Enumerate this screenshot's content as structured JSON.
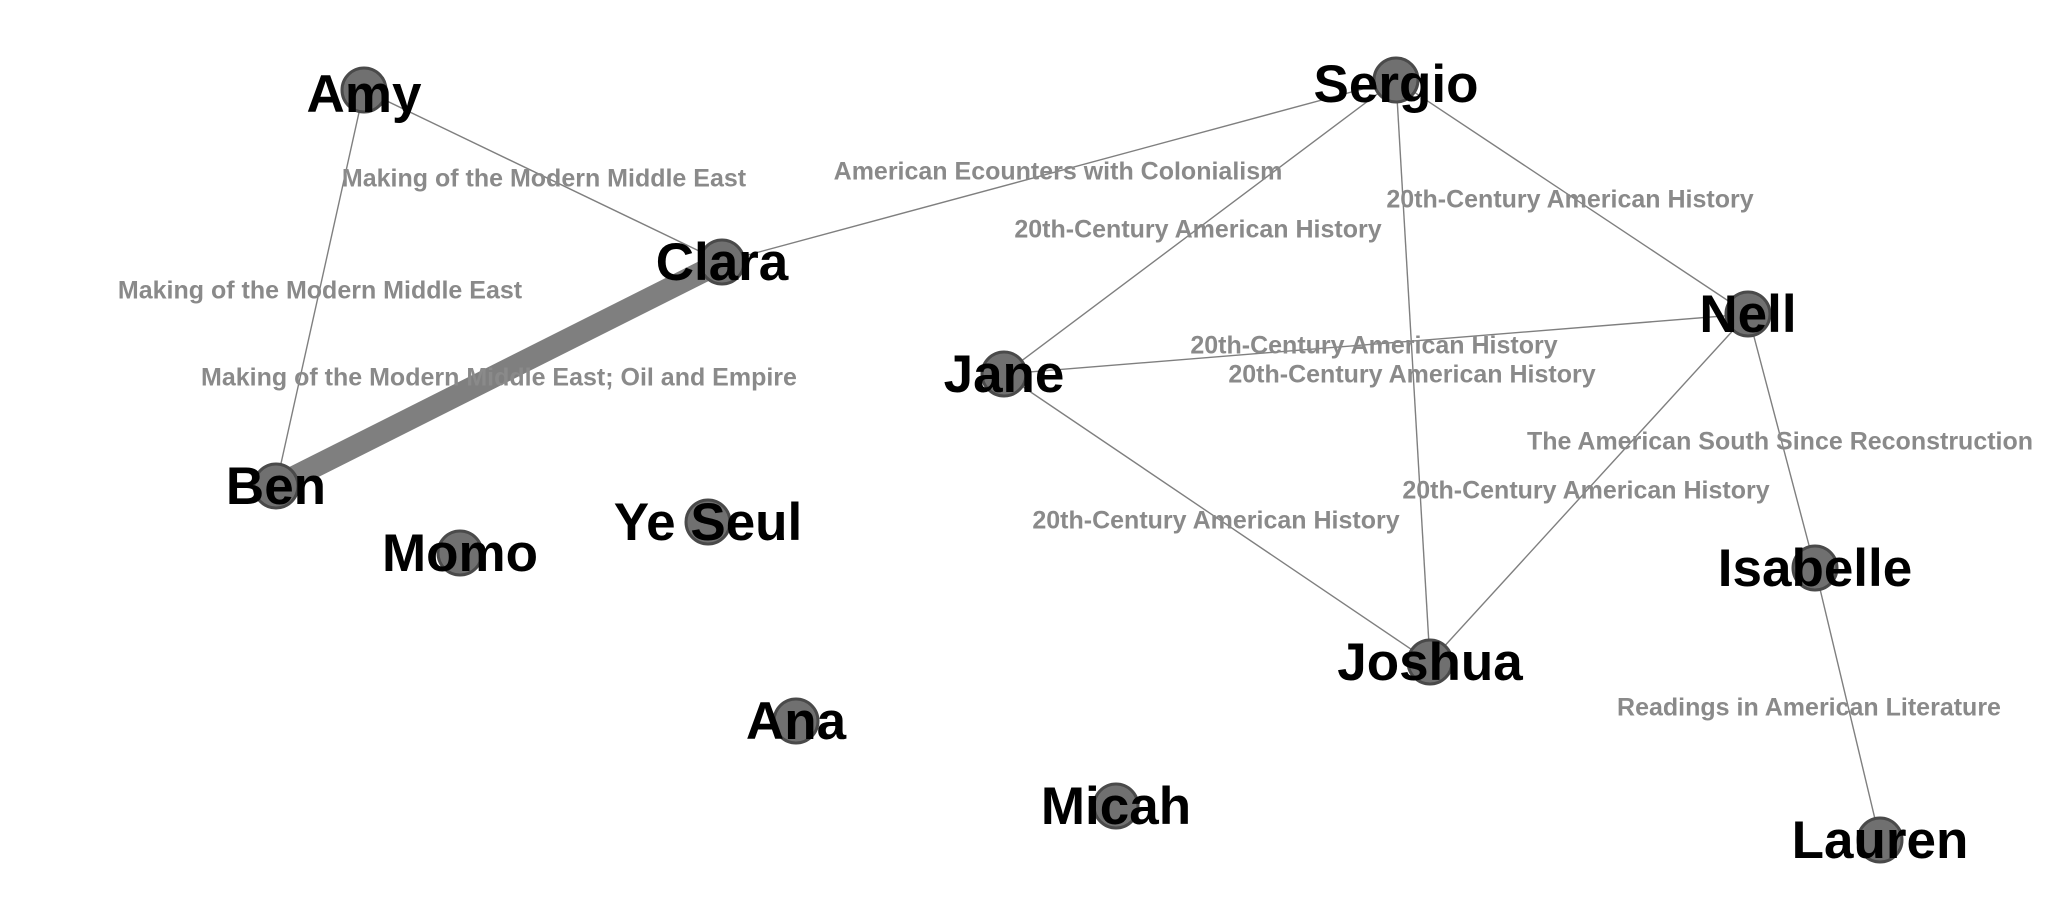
{
  "colors": {
    "background": "#ffffff",
    "edge": "#7f7f7f",
    "edge_label": "#8a8a8a",
    "node_fill": "#707070",
    "node_stroke": "#4a4a4a",
    "node_label": "#000000"
  },
  "nodes": [
    {
      "id": "amy",
      "label": "Amy"
    },
    {
      "id": "clara",
      "label": "Clara"
    },
    {
      "id": "ben",
      "label": "Ben"
    },
    {
      "id": "momo",
      "label": "Momo"
    },
    {
      "id": "yeseul",
      "label": "Ye Seul"
    },
    {
      "id": "ana",
      "label": "Ana"
    },
    {
      "id": "sergio",
      "label": "Sergio"
    },
    {
      "id": "jane",
      "label": "Jane"
    },
    {
      "id": "nell",
      "label": "Nell"
    },
    {
      "id": "joshua",
      "label": "Joshua"
    },
    {
      "id": "micah",
      "label": "Micah"
    },
    {
      "id": "isabelle",
      "label": "Isabelle"
    },
    {
      "id": "lauren",
      "label": "Lauren"
    }
  ],
  "edges": [
    {
      "id": "amy-clara",
      "source": "amy",
      "target": "clara",
      "weight": 1,
      "label": "Making of the Modern Middle East"
    },
    {
      "id": "amy-ben",
      "source": "amy",
      "target": "ben",
      "weight": 1,
      "label": "Making of the Modern Middle East"
    },
    {
      "id": "ben-clara",
      "source": "ben",
      "target": "clara",
      "weight": 2,
      "label": "Making of the Modern Middle East; Oil and Empire"
    },
    {
      "id": "clara-sergio",
      "source": "clara",
      "target": "sergio",
      "weight": 1,
      "label": "American Ecounters with Colonialism"
    },
    {
      "id": "sergio-jane",
      "source": "sergio",
      "target": "jane",
      "weight": 1,
      "label": "20th-Century American History"
    },
    {
      "id": "sergio-nell",
      "source": "sergio",
      "target": "nell",
      "weight": 1,
      "label": "20th-Century American History"
    },
    {
      "id": "jane-nell",
      "source": "jane",
      "target": "nell",
      "weight": 1,
      "label": "20th-Century American History"
    },
    {
      "id": "sergio-joshua",
      "source": "sergio",
      "target": "joshua",
      "weight": 1,
      "label": "20th-Century American History"
    },
    {
      "id": "jane-joshua",
      "source": "jane",
      "target": "joshua",
      "weight": 1,
      "label": "20th-Century American History"
    },
    {
      "id": "nell-joshua",
      "source": "nell",
      "target": "joshua",
      "weight": 1,
      "label": "20th-Century American History"
    },
    {
      "id": "nell-isabelle",
      "source": "nell",
      "target": "isabelle",
      "weight": 1,
      "label": "The American South Since Reconstruction"
    },
    {
      "id": "isabelle-lauren",
      "source": "isabelle",
      "target": "lauren",
      "weight": 1,
      "label": "Readings in American Literature"
    }
  ]
}
